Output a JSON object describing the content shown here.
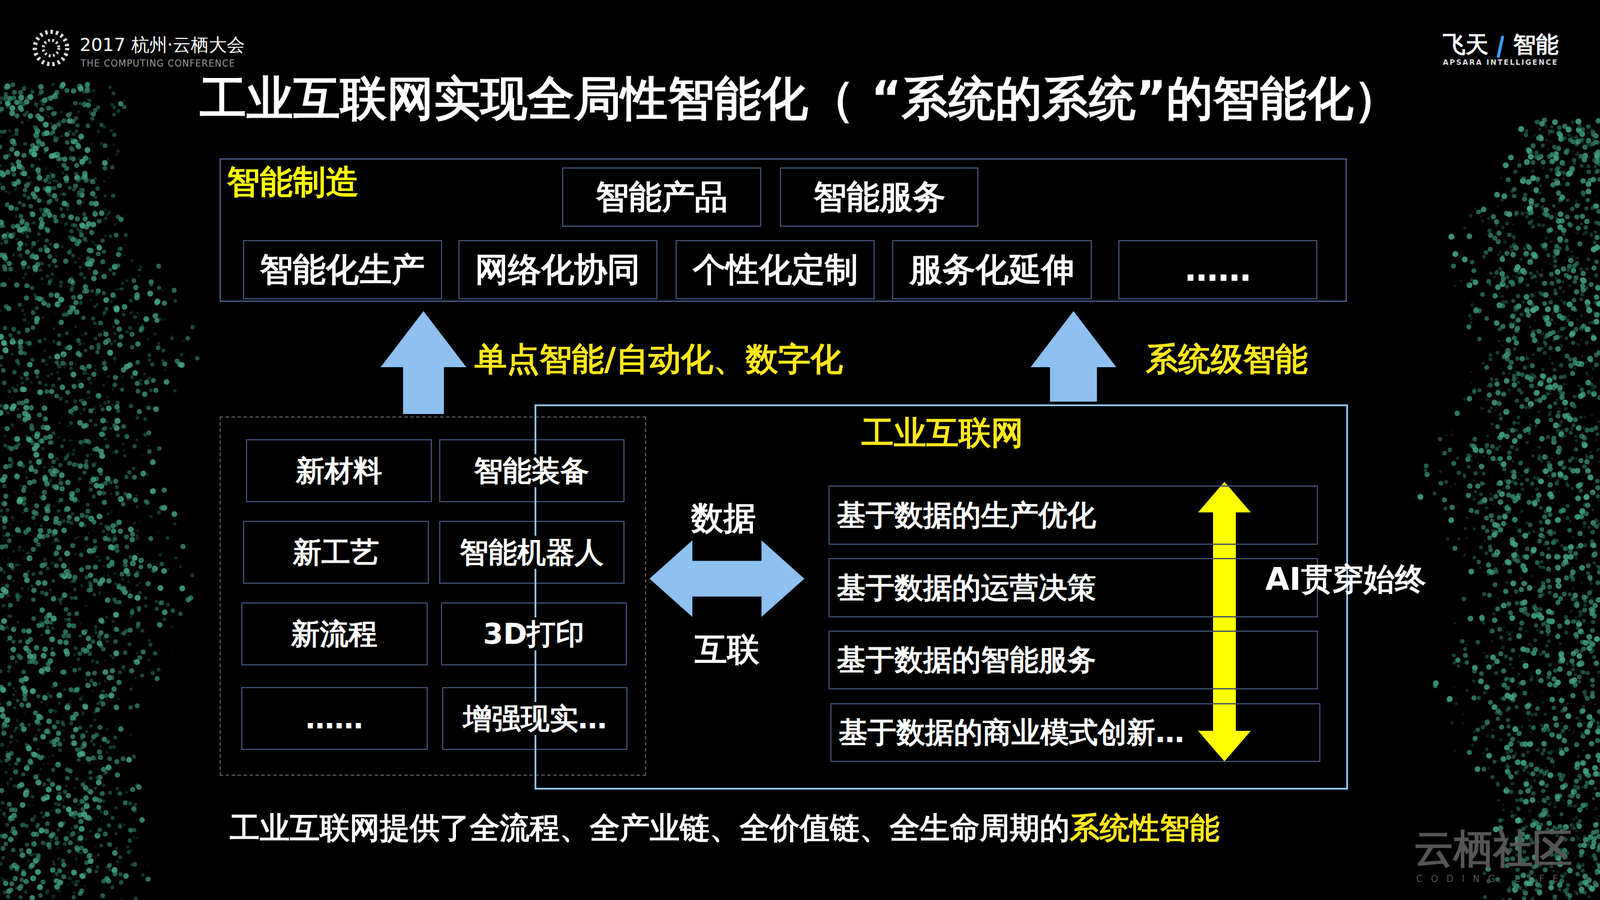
{
  "diagram": {
    "title": "工业互联网实现全局性智能化（ “系统的系统”的智能化）",
    "caption": "工业互联网提供了全流程、全产业链、全价值链、全生命周期的",
    "nodes": [
      {
        "text": [
          "智能制造"
        ]
      },
      {
        "text": [
          "智能产品"
        ],
        "in": 0
      },
      {
        "text": [
          "智能服务"
        ],
        "in": 0
      },
      {
        "text": [
          "智能化生产"
        ],
        "in": 0
      },
      {
        "text": [
          "网络化协同"
        ],
        "in": 0
      },
      {
        "text": [
          "个性化定制"
        ],
        "in": 0
      },
      {
        "text": [
          "服务化延伸"
        ],
        "in": 0
      },
      {
        "text": [
          "……"
        ],
        "in": 0
      },
      {
        "text": []
      },
      {
        "text": [
          "新材料"
        ],
        "in": 8
      },
      {
        "text": [
          "智能装备"
        ],
        "in": 8
      },
      {
        "text": [
          "新工艺"
        ],
        "in": 8
      },
      {
        "text": [
          "智能机器人"
        ],
        "in": 8
      },
      {
        "text": [
          "新流程"
        ],
        "in": 8
      },
      {
        "text": [
          "3D打印"
        ],
        "in": 8
      },
      {
        "text": [
          "……"
        ],
        "in": 8
      },
      {
        "text": [
          "增强现实…"
        ],
        "in": 8
      },
      {
        "text": [
          "工业互联网"
        ]
      },
      {
        "text": [
          "基于数据的生产优化"
        ],
        "in": 17
      },
      {
        "text": [
          "基于数据的运营决策"
        ],
        "in": 17
      },
      {
        "text": [
          "基于数据的智能服务"
        ],
        "in": 17
      },
      {
        "text": [
          "基于数据的商业模式创新…"
        ],
        "in": 17
      }
    ],
    "edges": [
      {
        "from": 8,
        "to": 0,
        "arrow": "to",
        "label": "单点智能/自动化、数字化"
      },
      {
        "from": 17,
        "to": 0,
        "arrow": "to",
        "label": "系统级智能"
      },
      {
        "from": 8,
        "to": 17,
        "arrow": "both",
        "label": "数据"
      }
    ],
    "labels": [
      "2017 杭州·云栖大会",
      "THE COMPUTING CONFERENCE",
      "飞天",
      "智能",
      "APSARA INTELLIGENCE",
      "互联",
      "AI贯穿始终",
      "系统性智能",
      "云栖社区",
      "CODING LIFE"
    ]
  }
}
